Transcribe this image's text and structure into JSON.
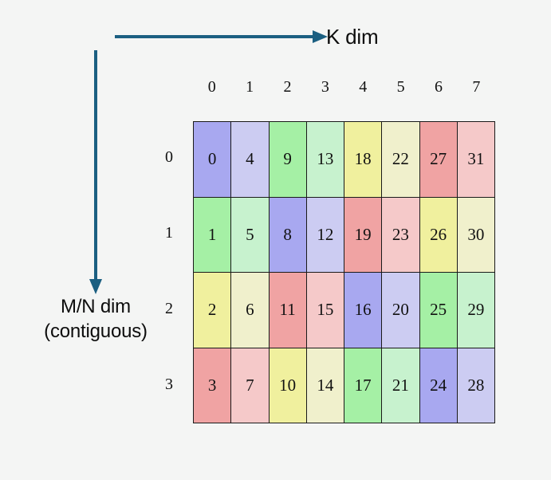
{
  "background_color": "#f4f5f4",
  "arrow_color": "#1b5f81",
  "labels": {
    "k_dim": "K dim",
    "mn_dim_line1": "M/N dim",
    "mn_dim_line2": "(contiguous)"
  },
  "matrix": {
    "col_headers": [
      "0",
      "1",
      "2",
      "3",
      "4",
      "5",
      "6",
      "7"
    ],
    "row_headers": [
      "0",
      "1",
      "2",
      "3"
    ],
    "rows": [
      {
        "values": [
          "0",
          "4",
          "9",
          "13",
          "18",
          "22",
          "27",
          "31"
        ],
        "colors": [
          "#a8a8f0",
          "#ccccf2",
          "#a5f0a5",
          "#c7f2ce",
          "#f0f09e",
          "#f0f0cc",
          "#f0a3a3",
          "#f5c9c9"
        ]
      },
      {
        "values": [
          "1",
          "5",
          "8",
          "12",
          "19",
          "23",
          "26",
          "30"
        ],
        "colors": [
          "#a5f0a5",
          "#c7f2ce",
          "#a8a8f0",
          "#ccccf2",
          "#f0a3a3",
          "#f5c9c9",
          "#f0f09e",
          "#f0f0cc"
        ]
      },
      {
        "values": [
          "2",
          "6",
          "11",
          "15",
          "16",
          "20",
          "25",
          "29"
        ],
        "colors": [
          "#f0f09e",
          "#f0f0cc",
          "#f0a3a3",
          "#f5c9c9",
          "#a8a8f0",
          "#ccccf2",
          "#a5f0a5",
          "#c7f2ce"
        ]
      },
      {
        "values": [
          "3",
          "7",
          "10",
          "14",
          "17",
          "21",
          "24",
          "28"
        ],
        "colors": [
          "#f0a3a3",
          "#f5c9c9",
          "#f0f09e",
          "#f0f0cc",
          "#a5f0a5",
          "#c7f2ce",
          "#a8a8f0",
          "#ccccf2"
        ]
      }
    ]
  },
  "palette": {
    "blue": "#a8a8f0",
    "blue_light": "#ccccf2",
    "green": "#a5f0a5",
    "green_light": "#c7f2ce",
    "yellow": "#f0f09e",
    "yellow_light": "#f0f0cc",
    "red": "#f0a3a3",
    "red_light": "#f5c9c9",
    "cell_border": "#1a1a1a"
  }
}
